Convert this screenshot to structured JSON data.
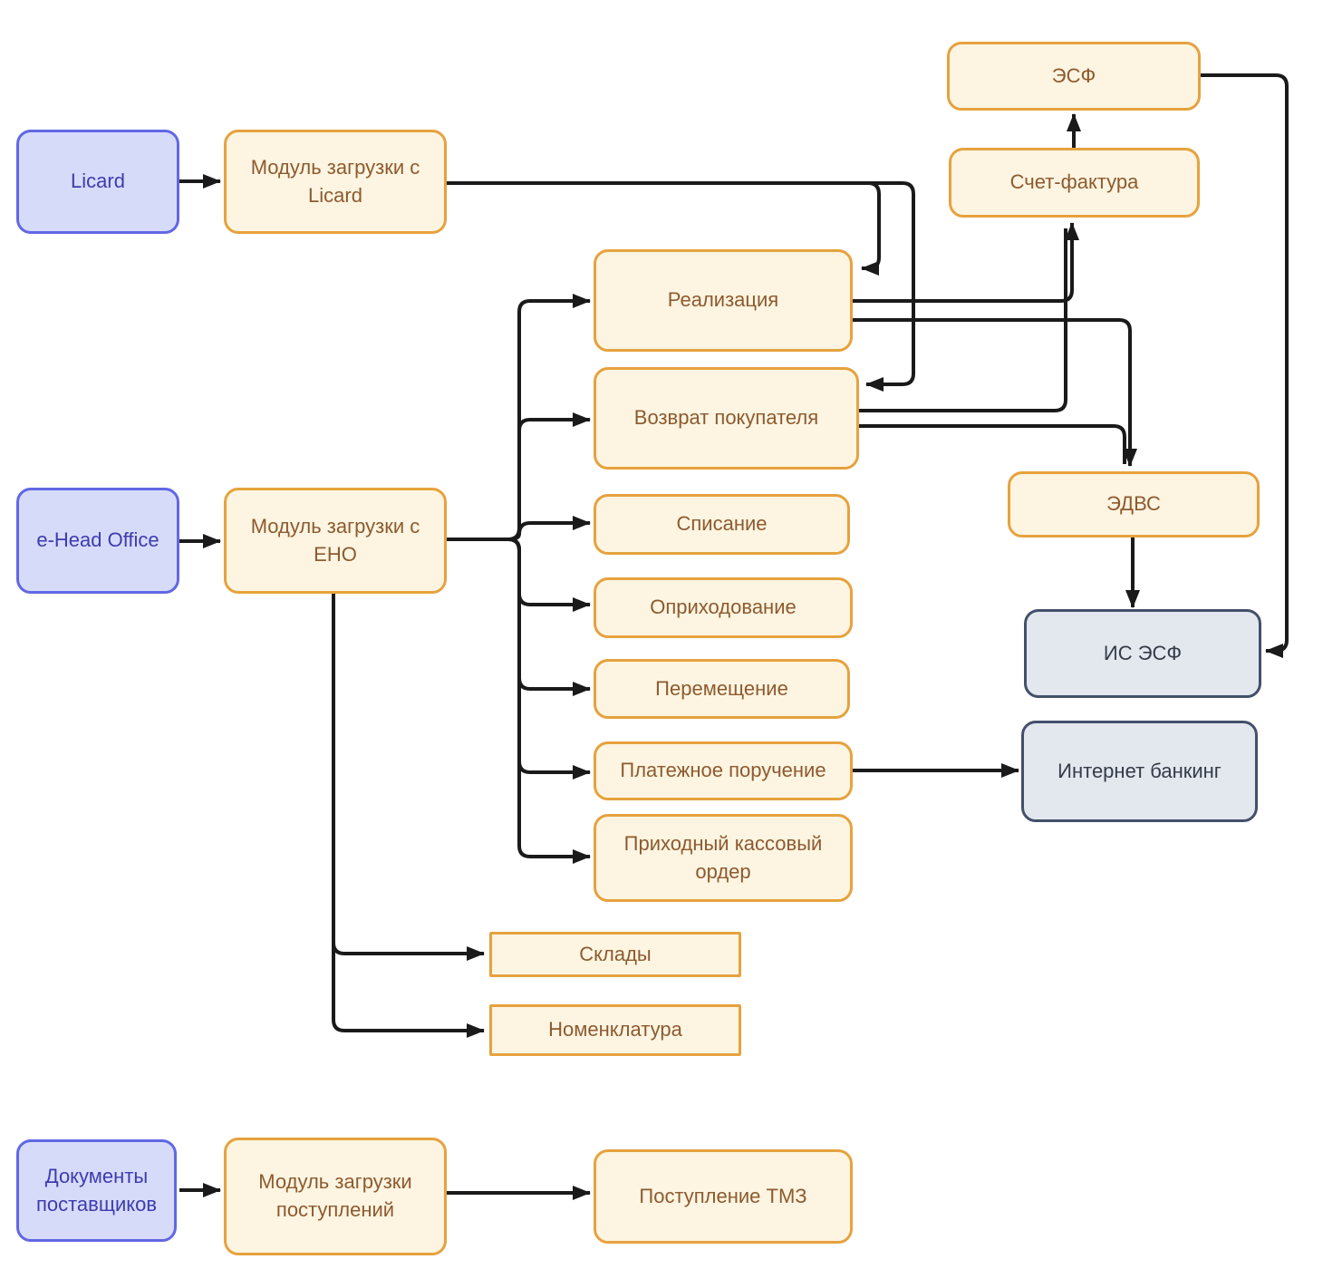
{
  "diagram": {
    "language": "ru",
    "colors": {
      "background": "#ffffff",
      "edge": "#1a1a1a",
      "source_fill": "#d7dbfa",
      "source_border": "#6168e4",
      "source_text": "#3c3cae",
      "document_fill": "#fdf5e1",
      "document_border": "#e6a23e",
      "document_text": "#8d5a2f",
      "external_fill": "#e3e7ee",
      "external_border": "#44506a",
      "external_text": "#343b48"
    },
    "nodes": {
      "licard": {
        "label": "Licard",
        "type": "source"
      },
      "module_licard": {
        "label": "Модуль загрузки с Licard",
        "type": "module"
      },
      "esf": {
        "label": "ЭСФ",
        "type": "document"
      },
      "schet_faktura": {
        "label": "Счет-фактура",
        "type": "document"
      },
      "realizacia": {
        "label": "Реализация",
        "type": "document"
      },
      "vozvrat_pokupatelya": {
        "label": "Возврат покупателя",
        "type": "document"
      },
      "ehead_office": {
        "label": "e-Head Office",
        "type": "source"
      },
      "module_eno": {
        "label": "Модуль загрузки с ЕНО",
        "type": "module"
      },
      "spisanie": {
        "label": "Списание",
        "type": "document"
      },
      "oprihodovanie": {
        "label": "Оприходование",
        "type": "document"
      },
      "peremeshenie": {
        "label": "Перемещение",
        "type": "document"
      },
      "platezhnoe_poruchenie": {
        "label": "Платежное поручение",
        "type": "document"
      },
      "prihodny_kassovy_order": {
        "label": "Приходный кассовый ордер",
        "type": "document"
      },
      "edvs": {
        "label": "ЭДВС",
        "type": "document"
      },
      "is_esf": {
        "label": "ИС ЭСФ",
        "type": "external-system"
      },
      "internet_banking": {
        "label": "Интернет банкинг",
        "type": "external-system"
      },
      "sklady": {
        "label": "Склады",
        "type": "catalog"
      },
      "nomenklatura": {
        "label": "Номенклатура",
        "type": "catalog"
      },
      "docs_postavshikov": {
        "label": "Документы поставщиков",
        "type": "source"
      },
      "module_postuplenij": {
        "label": "Модуль загрузки поступлений",
        "type": "module"
      },
      "postuplenie_tmz": {
        "label": "Поступление ТМЗ",
        "type": "document"
      }
    },
    "edges": [
      {
        "from": "Licard",
        "to": "Модуль загрузки с Licard"
      },
      {
        "from": "Модуль загрузки с Licard",
        "to": "Реализация"
      },
      {
        "from": "Модуль загрузки с Licard",
        "to": "Возврат покупателя"
      },
      {
        "from": "e-Head Office",
        "to": "Модуль загрузки с ЕНО"
      },
      {
        "from": "Модуль загрузки с ЕНО",
        "to": "Реализация"
      },
      {
        "from": "Модуль загрузки с ЕНО",
        "to": "Возврат покупателя"
      },
      {
        "from": "Модуль загрузки с ЕНО",
        "to": "Списание"
      },
      {
        "from": "Модуль загрузки с ЕНО",
        "to": "Оприходование"
      },
      {
        "from": "Модуль загрузки с ЕНО",
        "to": "Перемещение"
      },
      {
        "from": "Модуль загрузки с ЕНО",
        "to": "Платежное поручение"
      },
      {
        "from": "Модуль загрузки с ЕНО",
        "to": "Приходный кассовый ордер"
      },
      {
        "from": "Модуль загрузки с ЕНО",
        "to": "Склады"
      },
      {
        "from": "Модуль загрузки с ЕНО",
        "to": "Номенклатура"
      },
      {
        "from": "Реализация",
        "to": "Счет-фактура"
      },
      {
        "from": "Возврат покупателя",
        "to": "Счет-фактура"
      },
      {
        "from": "Реализация",
        "to": "ЭДВС"
      },
      {
        "from": "Возврат покупателя",
        "to": "ЭДВС"
      },
      {
        "from": "Счет-фактура",
        "to": "ЭСФ"
      },
      {
        "from": "ЭСФ",
        "to": "ИС ЭСФ"
      },
      {
        "from": "ЭДВС",
        "to": "ИС ЭСФ"
      },
      {
        "from": "Платежное поручение",
        "to": "Интернет банкинг"
      },
      {
        "from": "Документы поставщиков",
        "to": "Модуль загрузки поступлений"
      },
      {
        "from": "Модуль загрузки поступлений",
        "to": "Поступление ТМЗ"
      }
    ]
  }
}
